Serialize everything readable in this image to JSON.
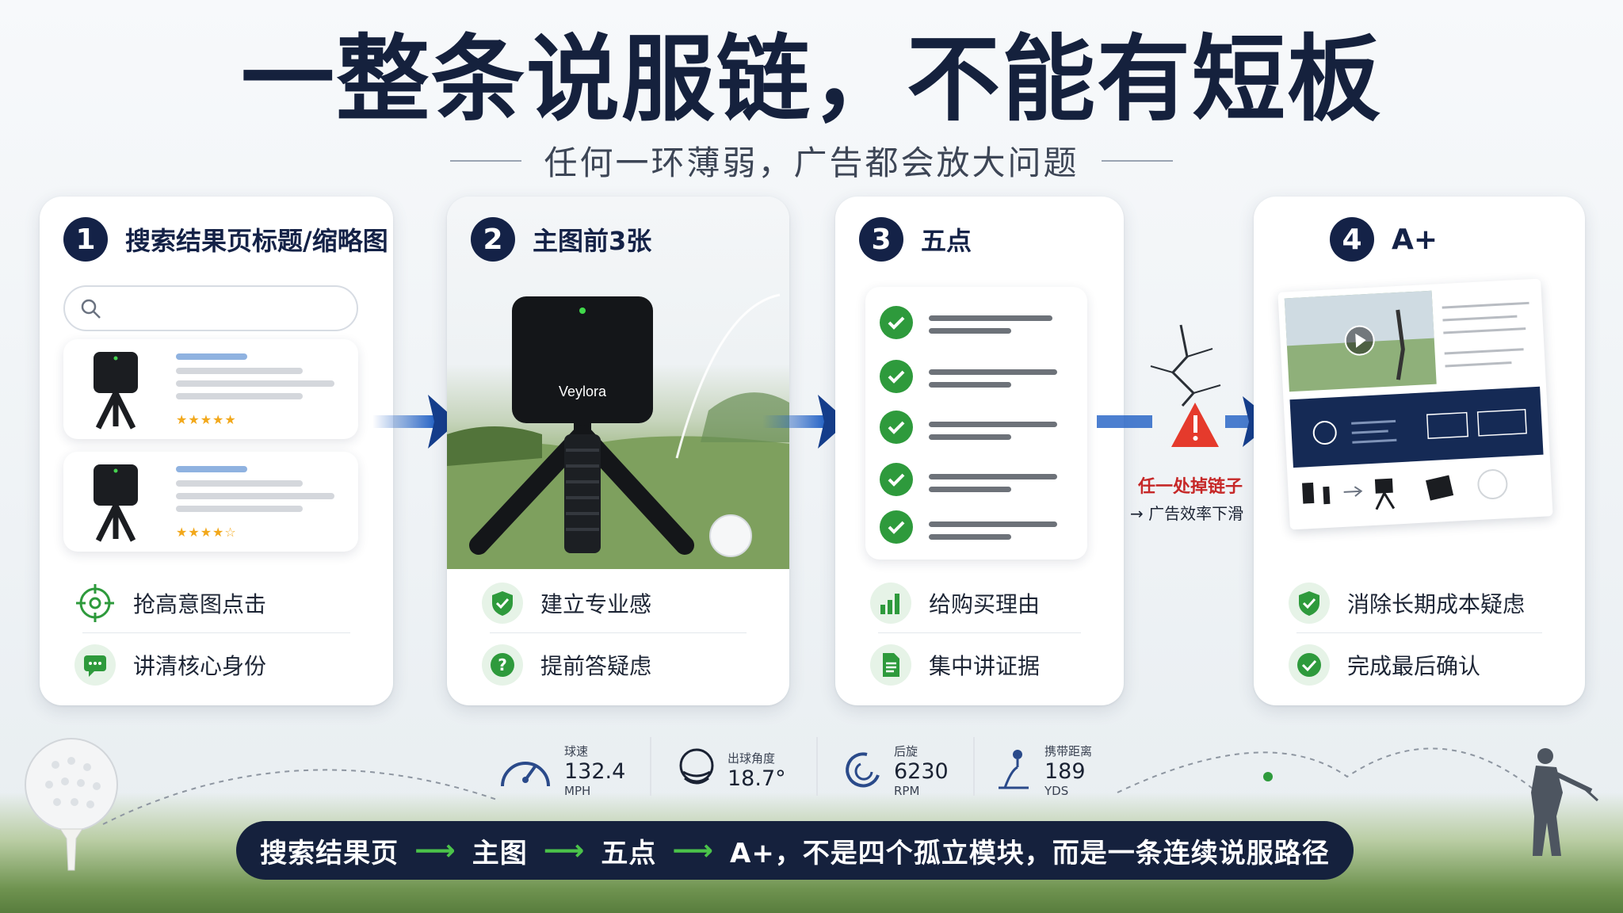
{
  "header": {
    "title": "一整条说服链，不能有短板",
    "subtitle": "任何一环薄弱，广告都会放大问题"
  },
  "cards": [
    {
      "number": "1",
      "title": "搜索结果页标题/缩略图",
      "features": [
        {
          "label": "抢高意图点击",
          "icon": "crosshair-icon"
        },
        {
          "label": "讲清核心身份",
          "icon": "chat-icon"
        }
      ],
      "results": [
        {
          "stars": "★★★★★"
        },
        {
          "stars": "★★★★☆"
        }
      ]
    },
    {
      "number": "2",
      "title": "主图前3张",
      "product_brand": "Veylora",
      "features": [
        {
          "label": "建立专业感",
          "icon": "shield-check-icon"
        },
        {
          "label": "提前答疑虑",
          "icon": "question-icon"
        }
      ]
    },
    {
      "number": "3",
      "title": "五点",
      "features": [
        {
          "label": "给购买理由",
          "icon": "bar-chart-icon"
        },
        {
          "label": "集中讲证据",
          "icon": "document-icon"
        }
      ]
    },
    {
      "number": "4",
      "title": "A+",
      "features": [
        {
          "label": "消除长期成本疑虑",
          "icon": "shield-check-icon"
        },
        {
          "label": "完成最后确认",
          "icon": "check-circle-icon"
        }
      ]
    }
  ],
  "broken_link": {
    "line1": "任一处掉链子",
    "line2": "→ 广告效率下滑"
  },
  "metrics": [
    {
      "label": "球速",
      "value": "132.4",
      "unit": "MPH",
      "icon": "speedometer-icon"
    },
    {
      "label": "出球角度",
      "value": "18.7°",
      "unit": "",
      "icon": "golf-ball-angle-icon"
    },
    {
      "label": "后旋",
      "value": "6230",
      "unit": "RPM",
      "icon": "spin-icon"
    },
    {
      "label": "携带距离",
      "value": "189",
      "unit": "YDS",
      "icon": "carry-distance-icon"
    }
  ],
  "banner": {
    "step1": "搜索结果页",
    "step2": "主图",
    "step3": "五点",
    "tail": "A+，不是四个孤立模块，而是一条连续说服路径",
    "arrow": "⟶"
  },
  "colors": {
    "navy": "#142247",
    "green": "#2e9a3c",
    "blue_arrow": "#1f5fc4",
    "warning_red": "#e53a2c"
  }
}
